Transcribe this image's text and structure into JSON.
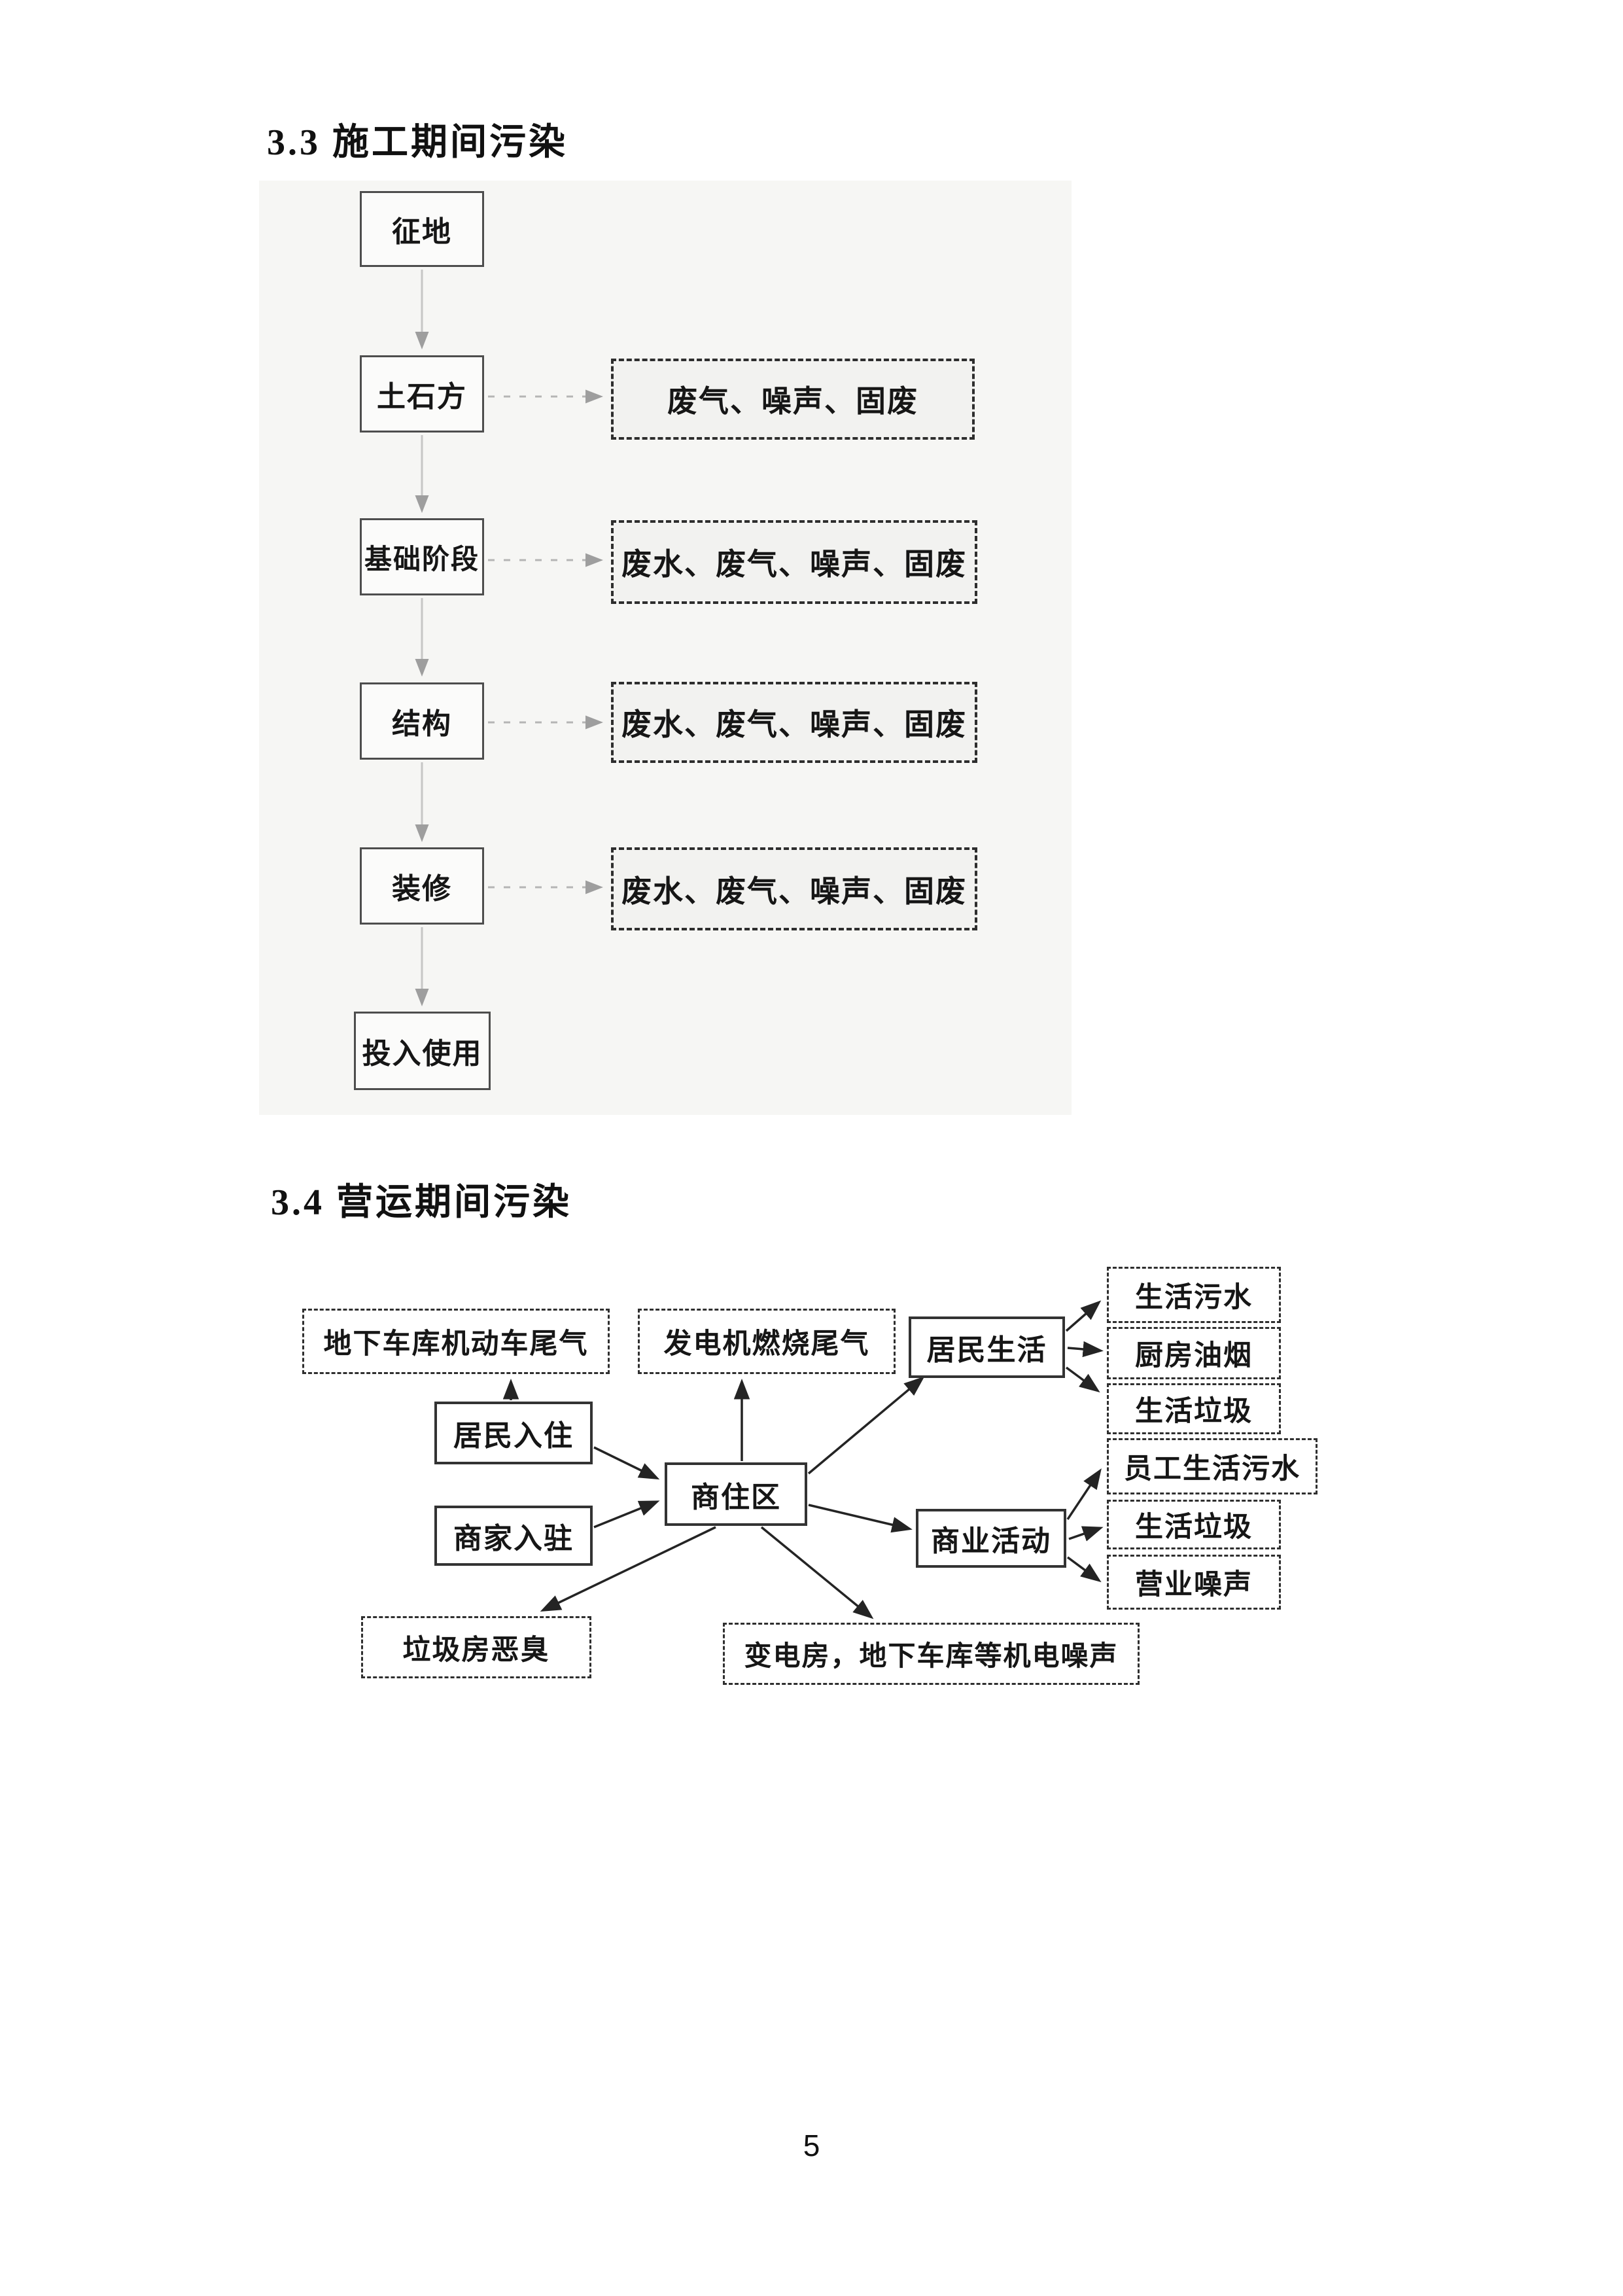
{
  "page": {
    "number": "5"
  },
  "colors": {
    "ink": "#1a1a1a",
    "solid_box_border": "#4d4d4d",
    "dashed_box_border": "#2e2e2e",
    "light_connector": "#b5b5b5",
    "dark_connector": "#242424",
    "scan_panel_tint": "#f6f6f4"
  },
  "section_construction": {
    "heading": "3.3 施工期间污染",
    "stages": [
      "征地",
      "土石方",
      "基础阶段",
      "结构",
      "装修",
      "投入使用"
    ],
    "emissions": [
      "废气、噪声、固废",
      "废水、废气、噪声、固废",
      "废水、废气、噪声、固废",
      "废水、废气、噪声、固废"
    ]
  },
  "section_operation": {
    "heading": "3.4 营运期间污染",
    "nodes": {
      "garage_exhaust": "地下车库机动车尾气",
      "generator_exhaust": "发电机燃烧尾气",
      "resident_life": "居民生活",
      "domestic_sewage": "生活污水",
      "kitchen_fumes": "厨房油烟",
      "domestic_garbage": "生活垃圾",
      "resident_movein": "居民入住",
      "mixed_district": "商住区",
      "merchant_movein": "商家入驻",
      "commercial_activity": "商业活动",
      "staff_sewage": "员工生活污水",
      "commercial_garbage": "生活垃圾",
      "business_noise": "营业噪声",
      "garbage_odor": "垃圾房恶臭",
      "electromech_noise": "变电房，地下车库等机电噪声"
    }
  }
}
